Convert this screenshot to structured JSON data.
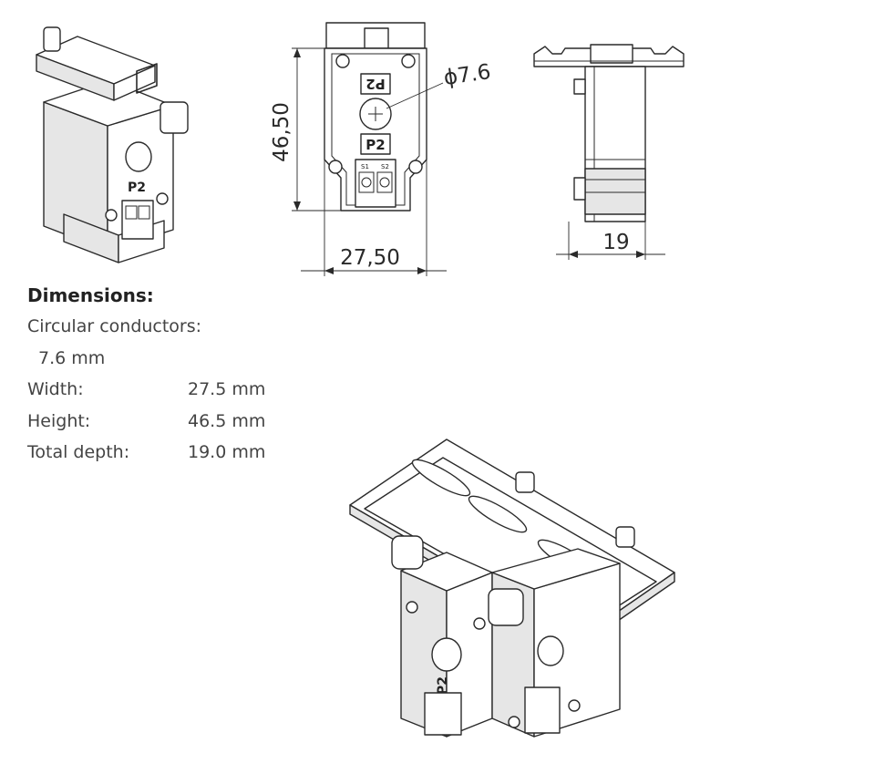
{
  "specs": {
    "title": "Dimensions:",
    "circular_label": "Circular conductors:",
    "circular_value": "7.6 mm",
    "width_label": "Width:",
    "width_value": "27.5 mm",
    "height_label": "Height:",
    "height_value": "46.5 mm",
    "depth_label": "Total depth:",
    "depth_value": "19.0 mm"
  },
  "front_view": {
    "height_dim": "46,50",
    "width_dim": "27,50",
    "diameter_dim": "ϕ7.6",
    "label_p2": "P2",
    "label_p2_top": "P2",
    "terminal_s1": "S1",
    "terminal_s2": "S2"
  },
  "side_view": {
    "depth_dim": "19"
  },
  "iso_view": {
    "label_p2": "P2"
  },
  "bottom_view": {
    "label_p2": "P2"
  }
}
